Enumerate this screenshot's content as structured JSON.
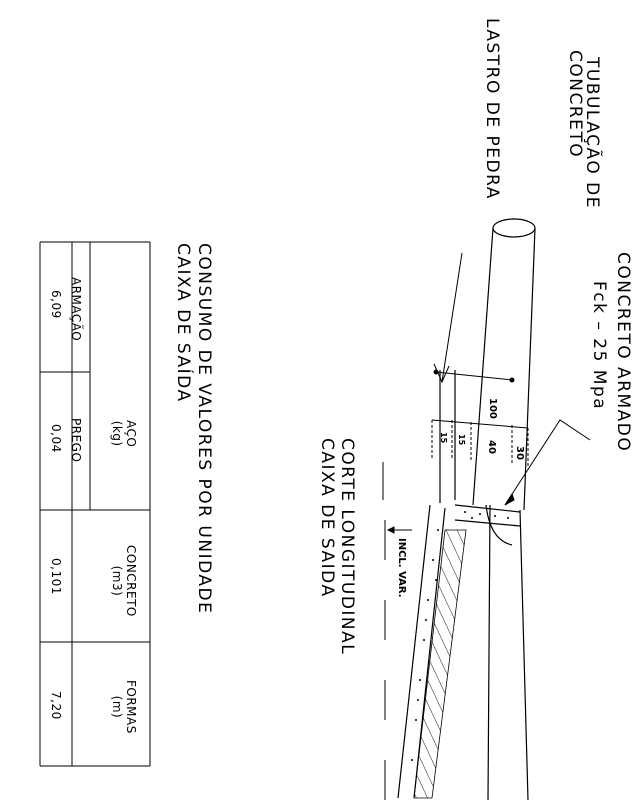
{
  "labels": {
    "tubulacao_line1": "TUBULAÇÃO DE",
    "tubulacao_line2": "CONCRETO",
    "lastro": "LASTRO DE PEDRA",
    "concreto_armado_line1": "CONCRETO ARMADO",
    "concreto_armado_line2": "Fck – 25 Mpa",
    "corte_line1": "CORTE LONGITUDINAL",
    "corte_line2": "CAIXA DE SAIDA",
    "incl_var": "INCL. VAR."
  },
  "dimensions": {
    "total": "100",
    "a": "15",
    "b": "15",
    "c": "40",
    "d": "30"
  },
  "table": {
    "title_line1": "CONSUMO DE VALORES POR UNIDADE",
    "title_line2": "CAIXA DE SAÍDA",
    "aco_header": "AÇO\n(kg)",
    "armacao_header": "ARMAÇÃO",
    "prego_header": "PREGO",
    "concreto_header": "CONCRETO\n(m3)",
    "formas_header": "FORMAS\n(m)",
    "armacao_value": "6,09",
    "prego_value": "0,04",
    "concreto_value": "0,101",
    "formas_value": "7,20"
  }
}
